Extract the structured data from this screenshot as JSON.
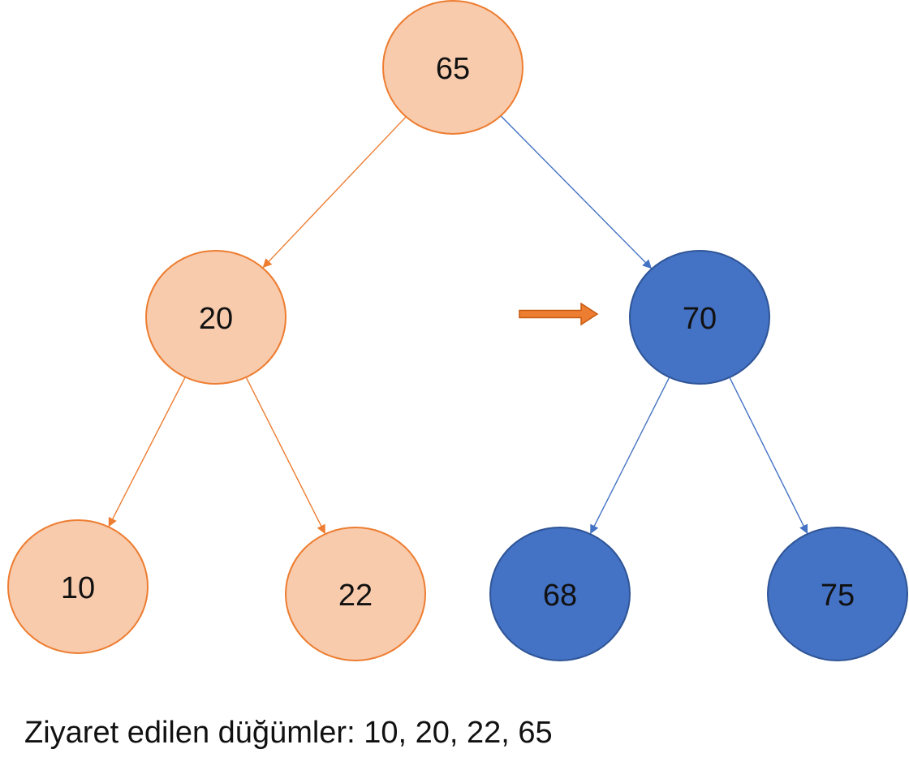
{
  "tree": {
    "nodes": [
      {
        "id": "n65",
        "label": "65",
        "state": "visited"
      },
      {
        "id": "n20",
        "label": "20",
        "state": "visited"
      },
      {
        "id": "n70",
        "label": "70",
        "state": "pending"
      },
      {
        "id": "n10",
        "label": "10",
        "state": "visited"
      },
      {
        "id": "n22",
        "label": "22",
        "state": "visited"
      },
      {
        "id": "n68",
        "label": "68",
        "state": "pending"
      },
      {
        "id": "n75",
        "label": "75",
        "state": "pending"
      }
    ],
    "edges": [
      {
        "from": "n65",
        "to": "n20"
      },
      {
        "from": "n65",
        "to": "n70"
      },
      {
        "from": "n20",
        "to": "n10"
      },
      {
        "from": "n20",
        "to": "n22"
      },
      {
        "from": "n70",
        "to": "n68"
      },
      {
        "from": "n70",
        "to": "n75"
      }
    ],
    "pointer_target": "n70"
  },
  "colors": {
    "visited_fill": "#F8CBAD",
    "visited_stroke": "#ED7D31",
    "pending_fill": "#4472C4",
    "pending_stroke": "#2F5597",
    "pointer": "#ED7D31"
  },
  "caption": {
    "text": "Ziyaret edilen düğümler: 10, 20, 22, 65"
  }
}
